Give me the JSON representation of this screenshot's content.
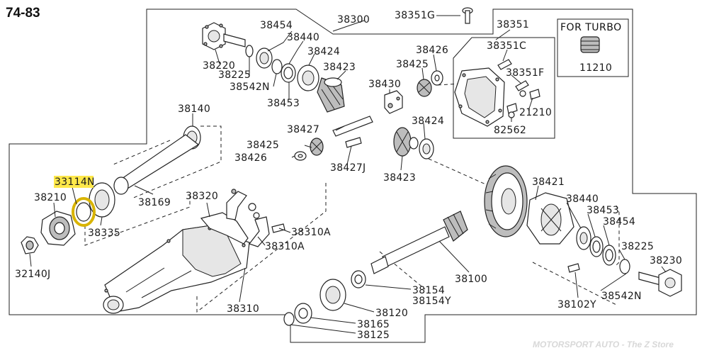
{
  "page_code": "74-83",
  "turbo_box": {
    "title": "FOR TURBO",
    "part": "11210"
  },
  "highlight": {
    "part": "33114N",
    "color": "#ffe84a"
  },
  "watermark": "MOTORSPORT AUTO - The Z Store",
  "labels": {
    "p38300": "38300",
    "p38351g": "38351G",
    "p38351": "38351",
    "p38454_top": "38454",
    "p38440_top": "38440",
    "p38424_top": "38424",
    "p38423_top": "38423",
    "p38220": "38220",
    "p38225_top": "38225",
    "p38542n_top": "38542N",
    "p38453_top": "38453",
    "p38426_top": "38426",
    "p38425_top": "38425",
    "p38430": "38430",
    "p38351c": "38351C",
    "p38351f": "38351F",
    "p21210": "21210",
    "p82562": "82562",
    "p38140": "38140",
    "p38427": "38427",
    "p38425_mid": "38425",
    "p38426_mid": "38426",
    "p38427j": "38427J",
    "p38424_mid": "38424",
    "p38423_mid": "38423",
    "p33114n": "33114N",
    "p38210": "38210",
    "p38169": "38169",
    "p38335": "38335",
    "p38320": "38320",
    "p38310a_1": "38310A",
    "p38310a_2": "38310A",
    "p38310": "38310",
    "p32140j": "32140J",
    "p38421": "38421",
    "p38440_right": "38440",
    "p38453_right": "38453",
    "p38454_right": "38454",
    "p38225_right": "38225",
    "p38230": "38230",
    "p38542n_right": "38542N",
    "p38102y": "38102Y",
    "p38100": "38100",
    "p38154": "38154",
    "p38154y": "38154Y",
    "p38120": "38120",
    "p38165": "38165",
    "p38125": "38125"
  }
}
